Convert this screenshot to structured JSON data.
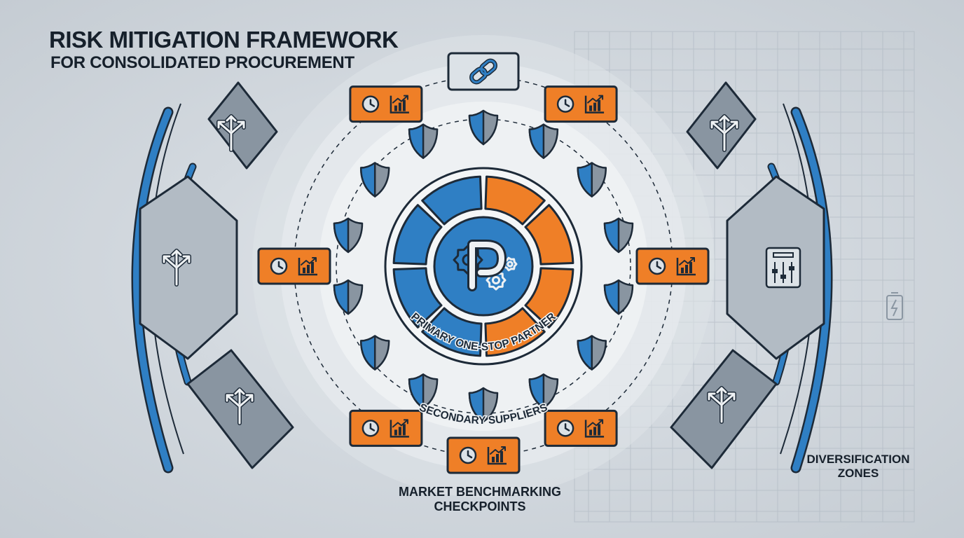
{
  "title": "RISK MITIGATION FRAMEWORK",
  "subtitle": "FOR CONSOLIDATED PROCUREMENT",
  "center": {
    "label": "PRIMARY ONE-STOP PARTNER",
    "icon": "p-gear-logo-icon"
  },
  "ring_label": "SECONDARY SUPPLIERS",
  "bottom_label": {
    "line1": "MARKET BENCHMARKING",
    "line2": "CHECKPOINTS"
  },
  "right_label": {
    "line1": "DIVERSIFICATION",
    "line2": "ZONES"
  },
  "top_icon": "chain-link-icon",
  "checkpoint_icons": [
    "clock-icon",
    "bar-chart-trend-icon"
  ],
  "shield_icon": "shield-icon",
  "zone_icons": [
    "split-arrow-icon",
    "split-arrow-icon",
    "split-arrow-icon",
    "split-arrow-icon",
    "sliders-icon",
    "split-arrow-icon"
  ],
  "colors": {
    "blue": "#2f7fc4",
    "orange": "#ef7f27",
    "dark": "#1d2a38",
    "gray": "#8995a1",
    "light_gray": "#b2bbc4",
    "background": "#ccd3da"
  }
}
